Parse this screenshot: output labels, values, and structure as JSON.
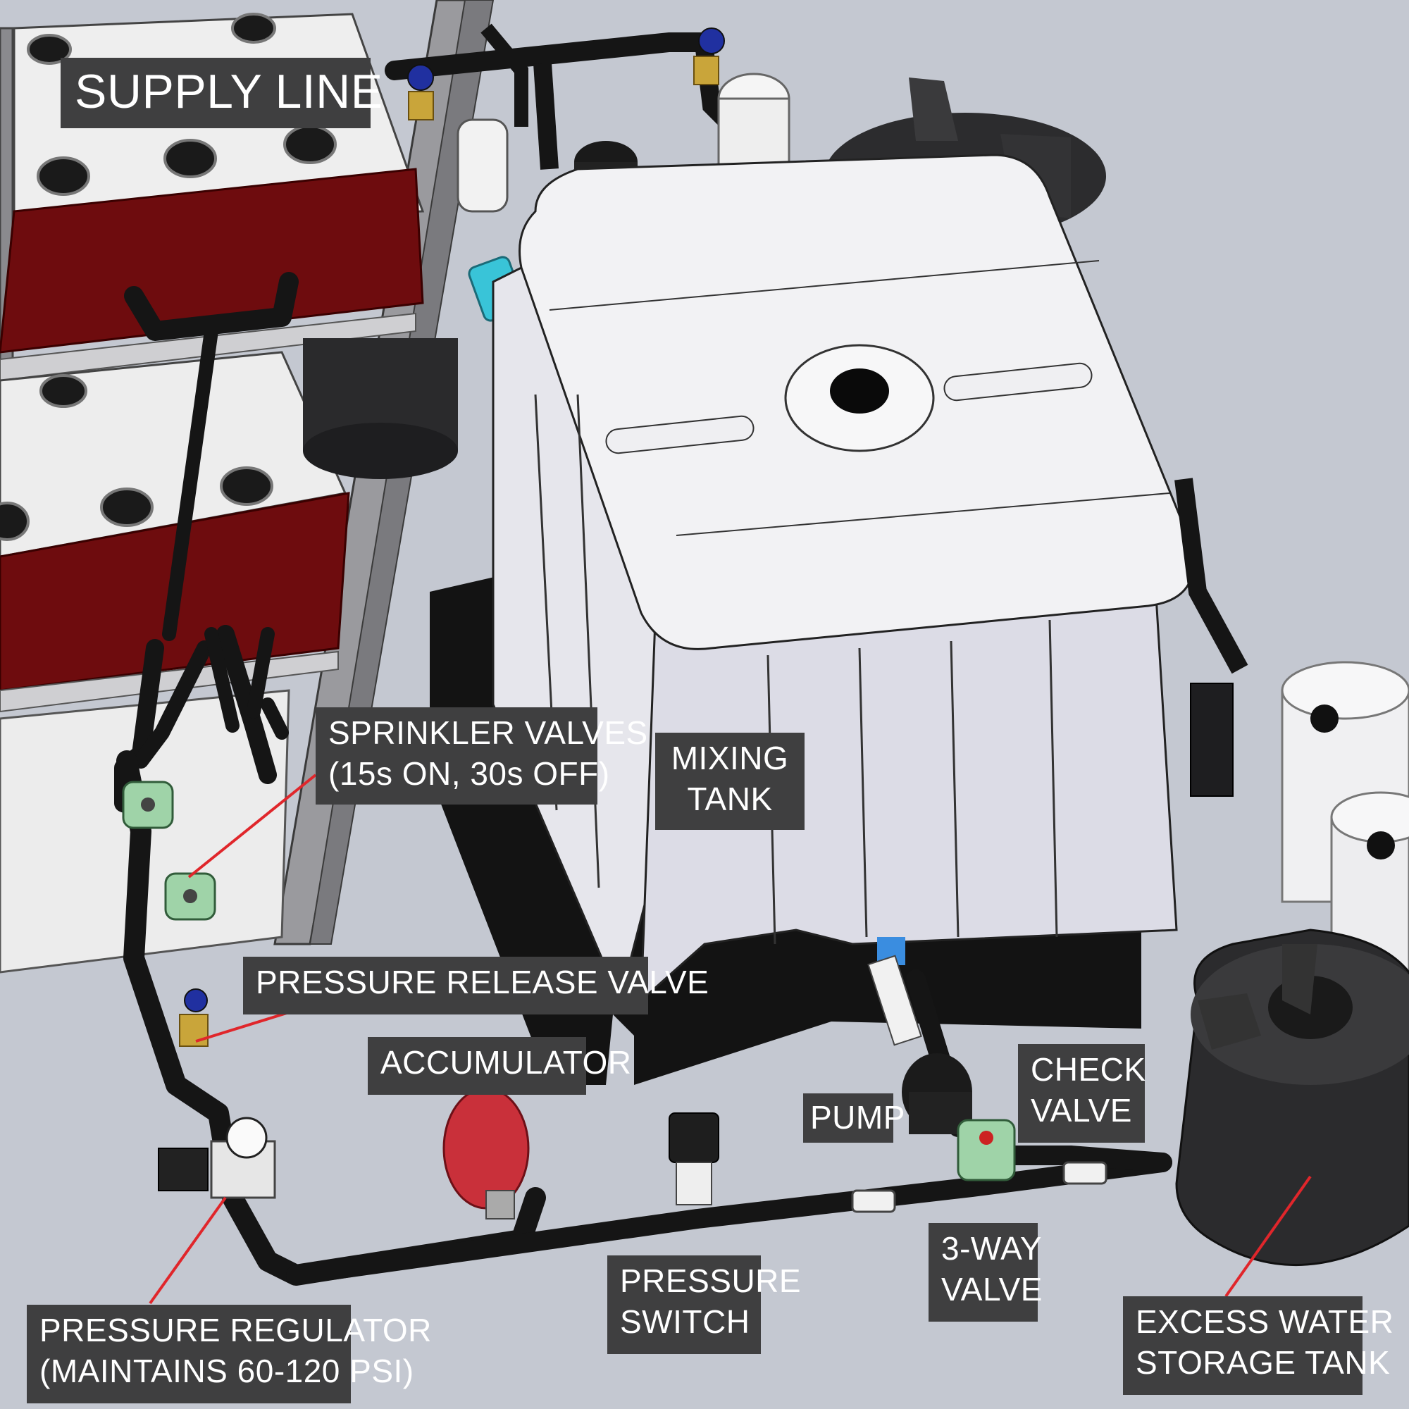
{
  "labels": {
    "supply_line": "SUPPLY LINE",
    "sprinkler_valves": [
      "SPRINKLER VALVES",
      "(15s ON, 30s OFF)"
    ],
    "mixing_tank": [
      "MIXING",
      "TANK"
    ],
    "pressure_release_valve": "PRESSURE RELEASE VALVE",
    "accumulator": "ACCUMULATOR",
    "check_valve": [
      "CHECK",
      "VALVE"
    ],
    "pump": "PUMP",
    "three_way_valve": [
      "3-WAY",
      "VALVE"
    ],
    "pressure_switch": [
      "PRESSURE",
      "SWITCH"
    ],
    "pressure_regulator": [
      "PRESSURE REGULATOR",
      "(MAINTAINS 60-120 PSI)"
    ],
    "excess_water_tank": [
      "EXCESS WATER",
      "STORAGE TANK"
    ]
  },
  "colors": {
    "background": "#c4c8d1",
    "label_bg": "#3f3f40",
    "label_text": "#ffffff",
    "pointer_line": "#e0262b",
    "tray_red": "#6e0c0e",
    "pipe": "#151515",
    "tank_white": "#f2f2f4",
    "accumulator_red": "#c9303a",
    "valve_green": "#9fd3a8"
  }
}
